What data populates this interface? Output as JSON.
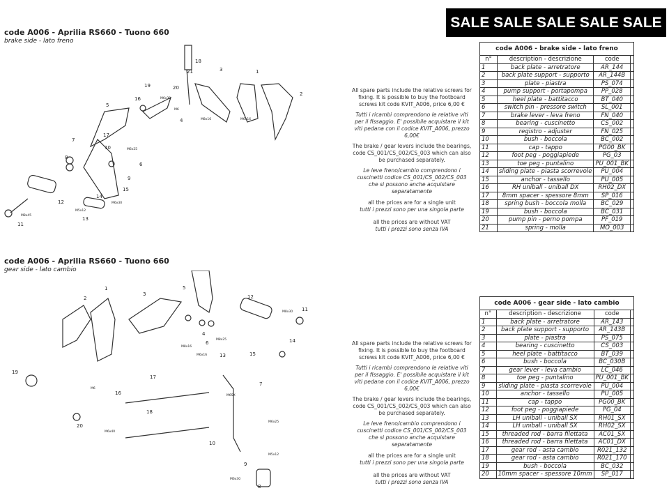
{
  "banner": "SALE SALE SALE SALE SALE",
  "brake_section": {
    "title": "code A006 - Aprilia RS660 - Tuono 660",
    "subtitle": "brake side - lato freno"
  },
  "gear_section": {
    "title": "code A006 - Aprilia RS660 - Tuono 660",
    "subtitle": "gear side - lato cambio"
  },
  "notes": {
    "p1": "All spare parts include the relative screws for fixing. It is possible to buy the footboard screws kit code KVIT_A006, price 6,00 €",
    "p1_it": "Tutti i ricambi comprendono le relative viti per il fissaggio. E' possibile acquistare il kit viti pedana con il codice KVIT_A006, prezzo 6,00€",
    "p2": "The brake / gear levers include the bearings, code CS_001/CS_002/CS_003 which can also be purchased separately.",
    "p2_it": "Le leve freno/cambio comprendono i cuscinetti codice CS_001/CS_002/CS_003 che si possono anche acquistare separatamente",
    "p3": "all the prices are for a single unit",
    "p3_it": "tutti i prezzi sono per una singola parte",
    "p4": "all the prices are without VAT",
    "p4_it": "tutti i prezzi sono senza IVA"
  },
  "columns": {
    "n": "n°",
    "desc": "description - descrizione",
    "code": "code"
  },
  "brake_table": {
    "caption": "code A006 - brake side - lato freno",
    "rows": [
      [
        "1",
        "back plate - arretratore",
        "AR_144"
      ],
      [
        "2",
        "back plate support - supporto",
        "AR_144B"
      ],
      [
        "3",
        "plate - piastra",
        "PS_074"
      ],
      [
        "4",
        "pump support - portapompa",
        "PP_028"
      ],
      [
        "5",
        "heel plate - battitacco",
        "BT_040"
      ],
      [
        "6",
        "switch pin - pressore switch",
        "SL_001"
      ],
      [
        "7",
        "brake lever - leva freno",
        "FN_040"
      ],
      [
        "8",
        "bearing - cuscinetto",
        "CS_002"
      ],
      [
        "9",
        "registro - adjuster",
        "FN_025"
      ],
      [
        "10",
        "bush - boccola",
        "BC_002"
      ],
      [
        "11",
        "cap - tappo",
        "PG00_BK"
      ],
      [
        "12",
        "foot peg - poggiapiede",
        "PG_03"
      ],
      [
        "13",
        "toe peg - puntalino",
        "PU_001_BK"
      ],
      [
        "14",
        "sliding plate - piasta scorrevole",
        "PU_004"
      ],
      [
        "15",
        "anchor - tassello",
        "PU_005"
      ],
      [
        "16",
        "RH uniball - uniball DX",
        "RH02_DX"
      ],
      [
        "17",
        "8mm spacer - spessore 8mm",
        "SP_016"
      ],
      [
        "18",
        "spring bush - boccola molla",
        "BC_029"
      ],
      [
        "19",
        "bush - boccola",
        "BC_031"
      ],
      [
        "20",
        "pump pin - perno pompa",
        "PF_019"
      ],
      [
        "21",
        "spring - molla",
        "MO_003"
      ]
    ]
  },
  "gear_table": {
    "caption": "code A006 - gear side - lato cambio",
    "rows": [
      [
        "1",
        "back plate - arretratore",
        "AR_143"
      ],
      [
        "2",
        "back plate support - supporto",
        "AR_143B"
      ],
      [
        "3",
        "plate - piastra",
        "PS_075"
      ],
      [
        "4",
        "bearing - cuscinetto",
        "CS_003"
      ],
      [
        "5",
        "heel plate - battitacco",
        "BT_039"
      ],
      [
        "6",
        "bush - boccola",
        "BC_030B"
      ],
      [
        "7",
        "gear lever - leva cambio",
        "LC_046"
      ],
      [
        "8",
        "toe peg - puntalino",
        "PU_001_BK"
      ],
      [
        "9",
        "sliding plate - piasta scorrevole",
        "PU_004"
      ],
      [
        "10",
        "anchor - tassello",
        "PU_005"
      ],
      [
        "11",
        "cap - tappo",
        "PG00_BK"
      ],
      [
        "12",
        "foot peg - poggiapiede",
        "PG_04"
      ],
      [
        "13",
        "LH uniball - uniball SX",
        "RH01_SX"
      ],
      [
        "14",
        "LH uniball - uniball SX",
        "RH02_SX"
      ],
      [
        "15",
        "threaded rod - barra filettata",
        "AC01_SX"
      ],
      [
        "16",
        "threaded rod - barra filettata",
        "AC01_DX"
      ],
      [
        "17",
        "gear rod - asta cambio",
        "R021_132"
      ],
      [
        "18",
        "gear rod - asta cambio",
        "R021_170"
      ],
      [
        "19",
        "bush - boccola",
        "BC_032"
      ],
      [
        "20",
        "10mm spacer - spessore 10mm",
        "SP_017"
      ]
    ]
  },
  "brake_diagram_labels": [
    "18",
    "21",
    "20",
    "19",
    "16",
    "3",
    "1",
    "2",
    "5",
    "4",
    "17",
    "7",
    "10",
    "8",
    "6",
    "9",
    "12",
    "11",
    "13",
    "14",
    "15",
    "M8x16",
    "M6x25",
    "M6",
    "M6x30",
    "M6x16",
    "M8x45",
    "M5x12",
    "M6x30"
  ],
  "gear_diagram_labels": [
    "1",
    "2",
    "3",
    "4",
    "5",
    "6",
    "7",
    "8",
    "9",
    "10",
    "11",
    "12",
    "13",
    "14",
    "15",
    "16",
    "17",
    "18",
    "19",
    "20",
    "M8x16",
    "M8x25",
    "M8x30",
    "M6x16",
    "M6",
    "M6SX",
    "M6x40",
    "M5x12",
    "M6x25",
    "M6x30"
  ]
}
